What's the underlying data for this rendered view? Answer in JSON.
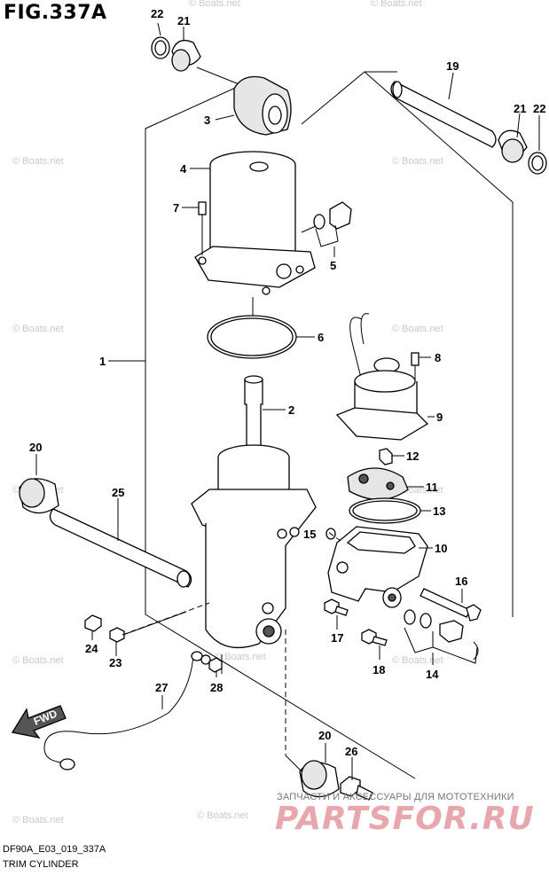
{
  "figure": {
    "title": "FIG.337A",
    "code": "DF90A_E03_019_337A",
    "name": "TRIM CYLINDER"
  },
  "watermark": "© Boats.net",
  "logo": {
    "subtitle": "ЗАПЧАСТИ И АКСЕССУАРЫ ДЛЯ МОТОТЕХНИКИ",
    "brand": "PARTSFOR.RU"
  },
  "direction_label": "FWD",
  "callouts": [
    "1",
    "2",
    "3",
    "4",
    "5",
    "6",
    "7",
    "8",
    "9",
    "10",
    "11",
    "12",
    "13",
    "14",
    "15",
    "16",
    "17",
    "18",
    "19",
    "20",
    "20",
    "21",
    "21",
    "22",
    "22",
    "23",
    "24",
    "25",
    "26",
    "27",
    "28"
  ]
}
